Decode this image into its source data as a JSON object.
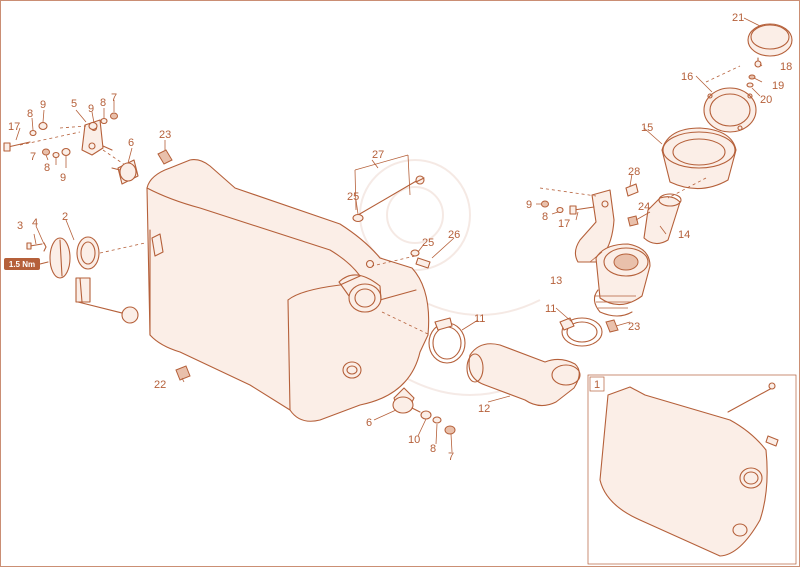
{
  "torque_label": "1.5 Nm",
  "inset_number": "1",
  "callouts": [
    {
      "id": "21",
      "label": "21"
    },
    {
      "id": "18",
      "label": "18"
    },
    {
      "id": "19",
      "label": "19"
    },
    {
      "id": "20",
      "label": "20"
    },
    {
      "id": "16",
      "label": "16"
    },
    {
      "id": "15",
      "label": "15"
    },
    {
      "id": "28",
      "label": "28"
    },
    {
      "id": "24",
      "label": "24"
    },
    {
      "id": "14",
      "label": "14"
    },
    {
      "id": "9-right",
      "label": "9"
    },
    {
      "id": "8-right",
      "label": "8"
    },
    {
      "id": "17-right",
      "label": "17"
    },
    {
      "id": "13",
      "label": "13"
    },
    {
      "id": "11-right",
      "label": "11"
    },
    {
      "id": "23-right",
      "label": "23"
    },
    {
      "id": "27",
      "label": "27"
    },
    {
      "id": "25-top",
      "label": "25"
    },
    {
      "id": "25-mid",
      "label": "25"
    },
    {
      "id": "26",
      "label": "26"
    },
    {
      "id": "11-mid",
      "label": "11"
    },
    {
      "id": "12",
      "label": "12"
    },
    {
      "id": "6-bottom",
      "label": "6"
    },
    {
      "id": "10",
      "label": "10"
    },
    {
      "id": "8-bottom",
      "label": "8"
    },
    {
      "id": "7-bottom",
      "label": "7"
    },
    {
      "id": "22",
      "label": "22"
    },
    {
      "id": "23-left",
      "label": "23"
    },
    {
      "id": "6-left",
      "label": "6"
    },
    {
      "id": "5",
      "label": "5"
    },
    {
      "id": "9-a",
      "label": "9"
    },
    {
      "id": "9-b",
      "label": "9"
    },
    {
      "id": "8-a",
      "label": "8"
    },
    {
      "id": "7-a",
      "label": "7"
    },
    {
      "id": "17-left",
      "label": "17"
    },
    {
      "id": "8-b",
      "label": "8"
    },
    {
      "id": "7-b",
      "label": "7"
    },
    {
      "id": "8-c",
      "label": "8"
    },
    {
      "id": "9-c",
      "label": "9"
    },
    {
      "id": "3",
      "label": "3"
    },
    {
      "id": "4",
      "label": "4"
    },
    {
      "id": "2",
      "label": "2"
    }
  ]
}
